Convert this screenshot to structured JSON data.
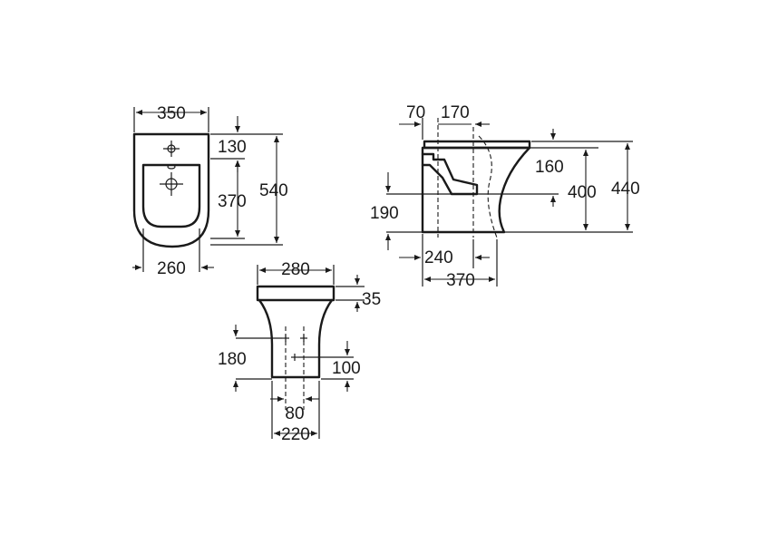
{
  "front_view": {
    "width_top": "350",
    "width_bottom": "260",
    "height_total": "540",
    "tap_offset": "130",
    "waste_offset": "370"
  },
  "side_view": {
    "tap_from_wall": "70",
    "waste_from_tap": "170",
    "rim_depth": "160",
    "outlet_height": "190",
    "height_body": "400",
    "height_total": "440",
    "base_depth": "240",
    "total_depth": "370"
  },
  "rear_view": {
    "width_top": "280",
    "rim_height": "35",
    "fixing_height": "180",
    "waste_height": "100",
    "fixing_spacing": "80",
    "base_width": "220"
  }
}
